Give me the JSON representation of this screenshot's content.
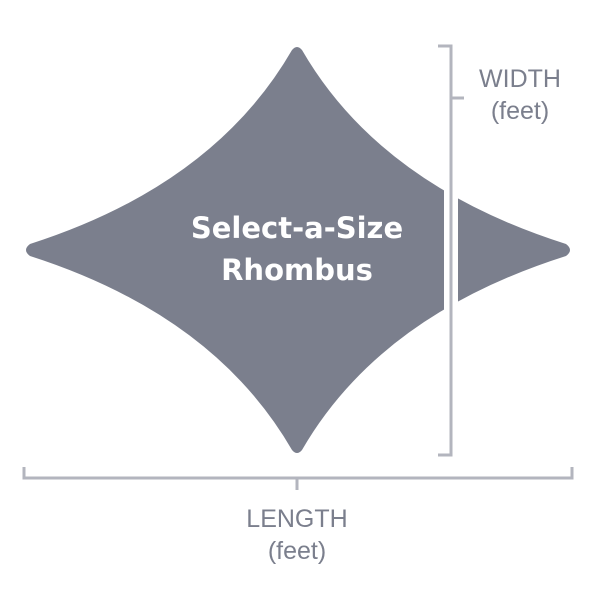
{
  "diagram": {
    "shape_label_line1": "Select-a-Size",
    "shape_label_line2": "Rhombus",
    "width_label": "WIDTH",
    "width_unit": "(feet)",
    "length_label": "LENGTH",
    "length_unit": "(feet)"
  },
  "colors": {
    "shape_fill": "#7b7f8d",
    "bracket": "#b3b5be",
    "label_text": "#7b7f8d",
    "shape_text": "#ffffff",
    "background": "#ffffff"
  }
}
